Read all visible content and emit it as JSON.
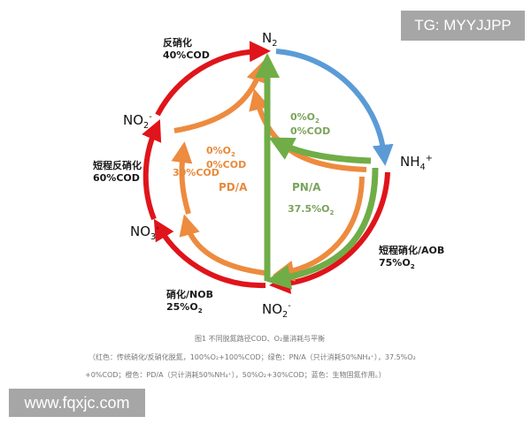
{
  "colors": {
    "red": "#e0141b",
    "blue": "#5b9bd5",
    "green": "#70ad47",
    "orange": "#ed8b3f"
  },
  "nodes": {
    "n2": {
      "base": "N",
      "sub": "2"
    },
    "nh4": {
      "base": "NH",
      "sub": "4",
      "sup": "+"
    },
    "no2_left": {
      "base": "NO",
      "sub": "2",
      "sup": "-"
    },
    "no3": {
      "base": "NO",
      "sub": "3",
      "sup": "-"
    },
    "no2_bottom": {
      "base": "NO",
      "sub": "2",
      "sup": "-"
    }
  },
  "labels": {
    "denitrification": {
      "name": "反硝化",
      "value": "40%COD"
    },
    "short_denitrification": {
      "name": "短程反硝化",
      "value": "60%COD"
    },
    "nitrification_nob": {
      "name": "硝化/NOB",
      "value_base": "25%O",
      "value_sub": "2"
    },
    "short_nitrification_aob": {
      "name": "短程硝化/AOB",
      "value_base": "75%O",
      "value_sub": "2"
    }
  },
  "orange": {
    "o2_base": "0%O",
    "o2_sub": "2",
    "cod": "0%COD",
    "cod30": "30%COD",
    "name": "PD/A"
  },
  "green": {
    "o2_base": "0%O",
    "o2_sub": "2",
    "cod": "0%COD",
    "name": "PN/A",
    "o2b_base": "37.5%O",
    "o2b_sub": "2"
  },
  "caption": {
    "title": "图1  不同脱氮路径COD、O₂量消耗与平衡",
    "line1": "（红色：传统硝化/反硝化脱氮，100%O₂+100%COD；绿色：PN/A（只计消耗50%NH₄⁺），37.5%O₂",
    "line2": "+0%COD；橙色：PD/A（只计消耗50%NH₄⁺），50%O₂+30%COD；蓝色：生物固氮作用。）"
  },
  "watermarks": {
    "top": "TG: MYYJJPP",
    "bottom": "www.fqxjc.com"
  }
}
